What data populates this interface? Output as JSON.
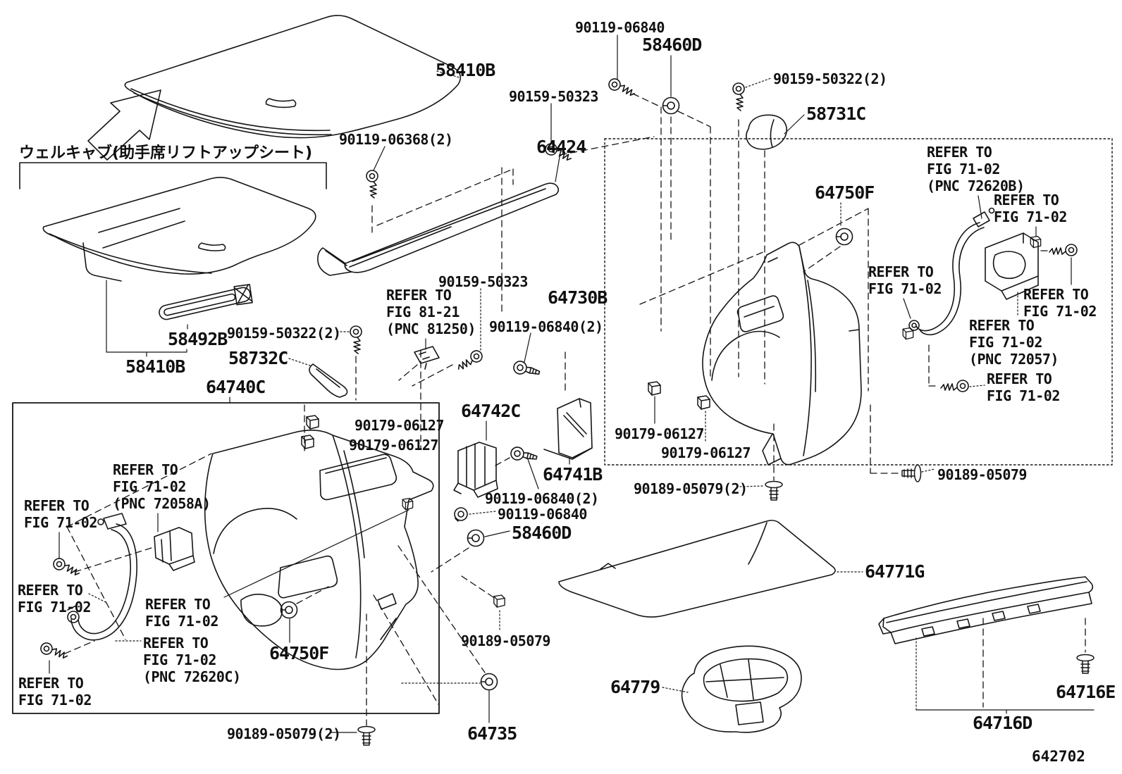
{
  "figure": {
    "number": "642702",
    "note_jp": "ウェルキャブ(助手席リフトアップシート)"
  },
  "callouts": {
    "p58410b_top": "58410B",
    "p90119_06840_top": "90119-06840",
    "p58460d_top": "58460D",
    "p90159_50322_tr": "90159-50322(2)",
    "p58731c": "58731C",
    "p90159_50323_top": "90159-50323",
    "p90119_06368": "90119-06368(2)",
    "p64424": "64424",
    "p64750f_r": "64750F",
    "p64730b": "64730B",
    "p90159_50323_mid": "90159-50323",
    "p90119_06840_2_mid": "90119-06840(2)",
    "p58492b": "58492B",
    "p90159_50322_l": "90159-50322(2)",
    "p58732c": "58732C",
    "p58410b_l": "58410B",
    "p64740c": "64740C",
    "p90179_06127_a": "90179-06127",
    "p90179_06127_b": "90179-06127",
    "p90179_06127_c": "90179-06127",
    "p90179_06127_d": "90179-06127",
    "p64742c": "64742C",
    "p64741b": "64741B",
    "p90119_06840_2_low": "90119-06840(2)",
    "p90119_06840_low": "90119-06840",
    "p58460d_low": "58460D",
    "p90189_05079_l": "90189-05079",
    "p64750f_l": "64750F",
    "p90189_05079_2_l": "90189-05079(2)",
    "p64735": "64735",
    "p90189_05079_2_r": "90189-05079(2)",
    "p90189_05079_r": "90189-05079",
    "p64771g": "64771G",
    "p64779": "64779",
    "p64716e": "64716E",
    "p64716d": "64716D"
  },
  "references": {
    "fig71_02": "REFER TO\nFIG 71-02",
    "fig71_02_pnc72620b": "REFER TO\nFIG 71-02\n(PNC 72620B)",
    "fig71_02_pnc72057": "REFER TO\nFIG 71-02\n(PNC 72057)",
    "fig71_02_pnc72058a": "REFER TO\nFIG 71-02\n(PNC 72058A)",
    "fig71_02_pnc72620c": "REFER TO\nFIG 71-02\n(PNC 72620C)",
    "fig81_21_pnc81250": "REFER TO\nFIG 81-21\n(PNC 81250)"
  }
}
